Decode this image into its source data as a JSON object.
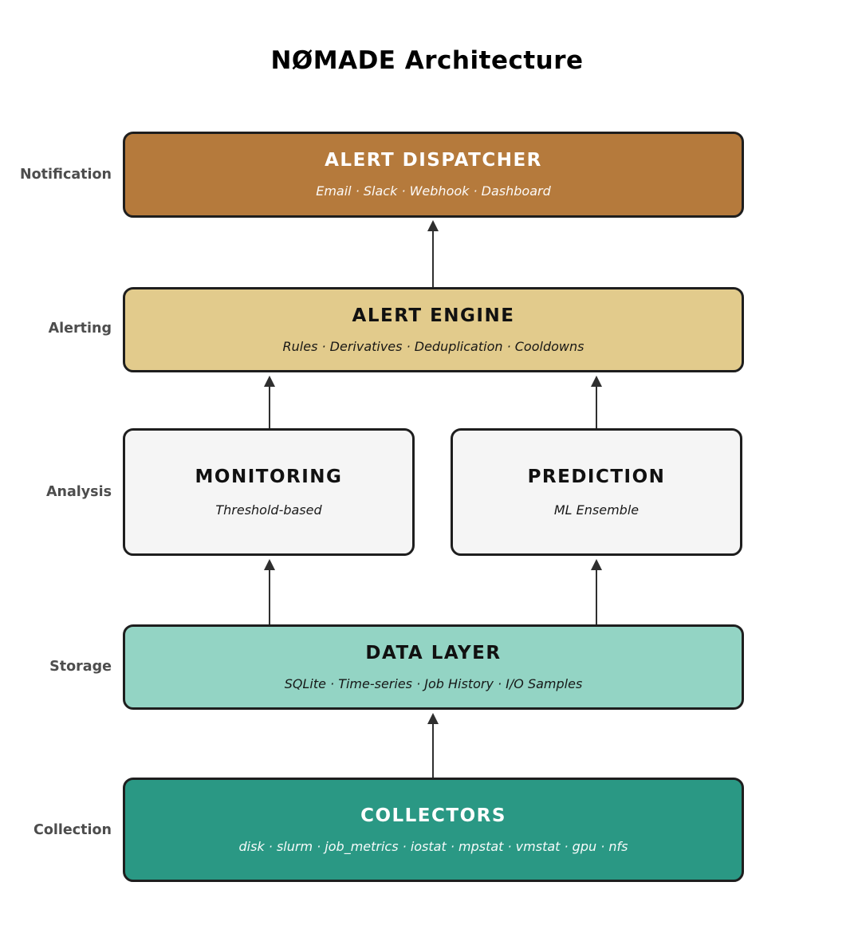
{
  "title": "NØMADE Architecture",
  "side_labels": {
    "notification": "Notification",
    "alerting": "Alerting",
    "analysis": "Analysis",
    "storage": "Storage",
    "collection": "Collection"
  },
  "boxes": {
    "dispatcher": {
      "title": "ALERT DISPATCHER",
      "subtitle": "Email · Slack · Webhook · Dashboard",
      "bg": "#B57A3C",
      "text": "#FFFFFF"
    },
    "engine": {
      "title": "ALERT ENGINE",
      "subtitle": "Rules · Derivatives · Deduplication · Cooldowns",
      "bg": "#E2CB8C",
      "text": "#111111"
    },
    "monitoring": {
      "title": "MONITORING",
      "subtitle": "Threshold-based",
      "bg": "#F5F5F5",
      "text": "#111111"
    },
    "prediction": {
      "title": "PREDICTION",
      "subtitle": "ML Ensemble",
      "bg": "#F5F5F5",
      "text": "#111111"
    },
    "data_layer": {
      "title": "DATA LAYER",
      "subtitle": "SQLite · Time-series · Job History · I/O Samples",
      "bg": "#93D4C4",
      "text": "#111111"
    },
    "collectors": {
      "title": "COLLECTORS",
      "subtitle": "disk · slurm · job_metrics · iostat · mpstat · vmstat · gpu · nfs",
      "bg": "#2A9884",
      "text": "#FFFFFF"
    }
  },
  "connections": [
    {
      "from": "COLLECTORS",
      "to": "DATA LAYER"
    },
    {
      "from": "DATA LAYER",
      "to": "MONITORING"
    },
    {
      "from": "DATA LAYER",
      "to": "PREDICTION"
    },
    {
      "from": "MONITORING",
      "to": "ALERT ENGINE"
    },
    {
      "from": "PREDICTION",
      "to": "ALERT ENGINE"
    },
    {
      "from": "ALERT ENGINE",
      "to": "ALERT DISPATCHER"
    }
  ],
  "colors": {
    "background": "#FFFFFF",
    "border": "#1E1E1E",
    "arrow": "#2F2F2F",
    "side_label": "#4D4D4D",
    "title_text": "#000000"
  }
}
